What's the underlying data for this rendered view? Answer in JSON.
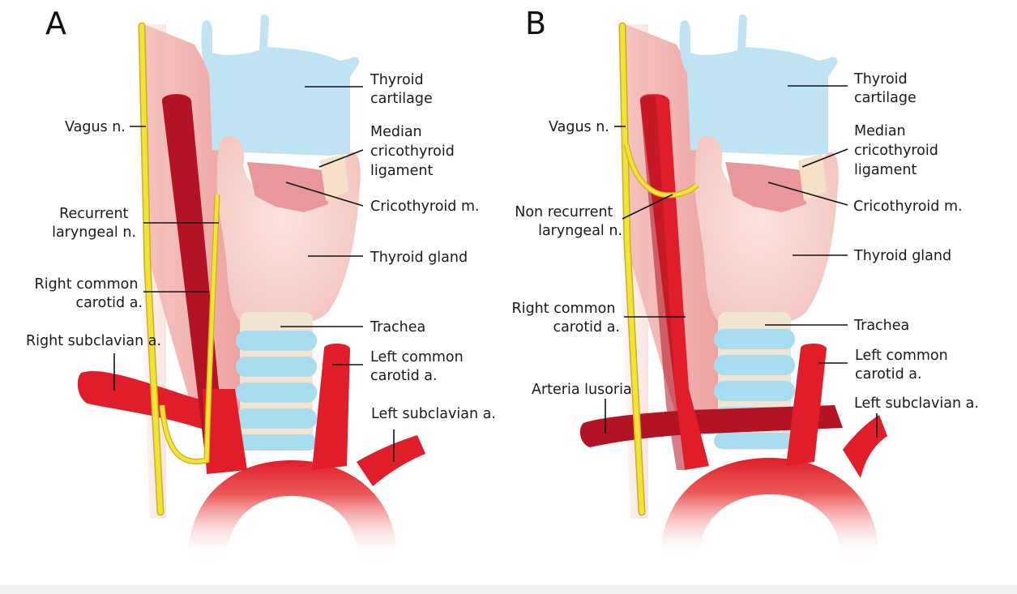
{
  "colors": {
    "artery": "#e01e2b",
    "artery_dark": "#b31423",
    "nerve": "#f2e23a",
    "cartilage": "#bfe3f3",
    "thyroid": "#f7d2cc",
    "muscle": "#e99a9a",
    "trachea_ring": "#a9dcef",
    "leader": "#111111"
  },
  "panels": [
    {
      "letter": "A",
      "labels": {
        "thyroid_cartilage": [
          "Thyroid",
          "cartilage"
        ],
        "median_ligament": [
          "Median",
          "cricothyroid",
          "ligament"
        ],
        "cricothyroid": "Cricothyroid m.",
        "thyroid_gland": "Thyroid gland",
        "trachea": "Trachea",
        "left_common": [
          "Left common",
          "carotid a."
        ],
        "left_subclavian": "Left subclavian a.",
        "vagus": "Vagus n.",
        "laryngeal": [
          "Recurrent",
          "laryngeal n."
        ],
        "right_common": [
          "Right common",
          "carotid a."
        ],
        "right_subclavian": "Right subclavian a."
      }
    },
    {
      "letter": "B",
      "labels": {
        "thyroid_cartilage": [
          "Thyroid",
          "cartilage"
        ],
        "median_ligament": [
          "Median",
          "cricothyroid",
          "ligament"
        ],
        "cricothyroid": "Cricothyroid m.",
        "thyroid_gland": "Thyroid gland",
        "trachea": "Trachea",
        "left_common": [
          "Left common",
          "carotid a."
        ],
        "left_subclavian": "Left subclavian a.",
        "vagus": "Vagus n.",
        "laryngeal": [
          "Non recurrent",
          "laryngeal n."
        ],
        "right_common": [
          "Right common",
          "carotid a."
        ],
        "arteria_lusoria": "Arteria lusoria"
      }
    }
  ]
}
